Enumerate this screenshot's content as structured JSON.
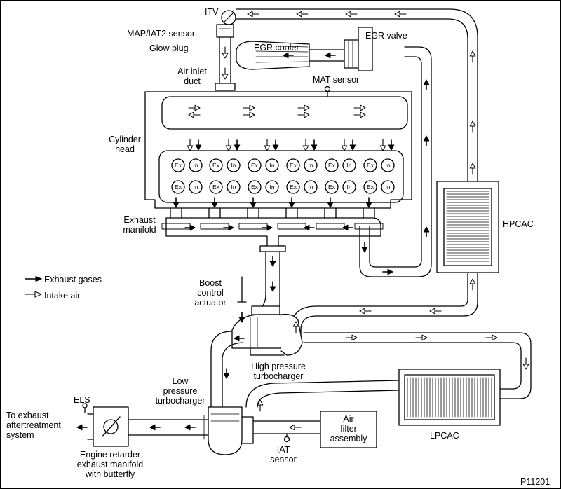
{
  "labels": {
    "itv": "ITV",
    "map_iat2": "MAP/IAT2 sensor",
    "glow_plug": "Glow plug",
    "egr_cooler": "EGR cooler",
    "egr_valve": "EGR valve",
    "air_inlet_duct": "Air inlet\nduct",
    "mat_sensor": "MAT sensor",
    "cylinder_head": "Cylinder\nhead",
    "exhaust_manifold": "Exhaust\nmanifold",
    "hpcac": "HPCAC",
    "boost_actuator": "Boost\ncontrol\nactuator",
    "hp_turbo": "High pressure\nturbocharger",
    "lp_turbo": "Low\npressure\nturbocharger",
    "els": "ELS",
    "to_exhaust": "To exhaust\naftertreatment\nsystem",
    "engine_retarder": "Engine retarder\nexhaust manifold\nwith butterfly",
    "iat_sensor": "IAT\nsensor",
    "air_filter": "Air\nfilter\nassembly",
    "lpcac": "LPCAC",
    "figure_id": "P11201"
  },
  "legend": {
    "exhaust": "Exhaust gases",
    "intake": "Intake air"
  },
  "cylinders": [
    "Ex",
    "In",
    "Ex",
    "In",
    "Ex",
    "In",
    "Ex",
    "In",
    "Ex",
    "In",
    "Ex",
    "In"
  ]
}
